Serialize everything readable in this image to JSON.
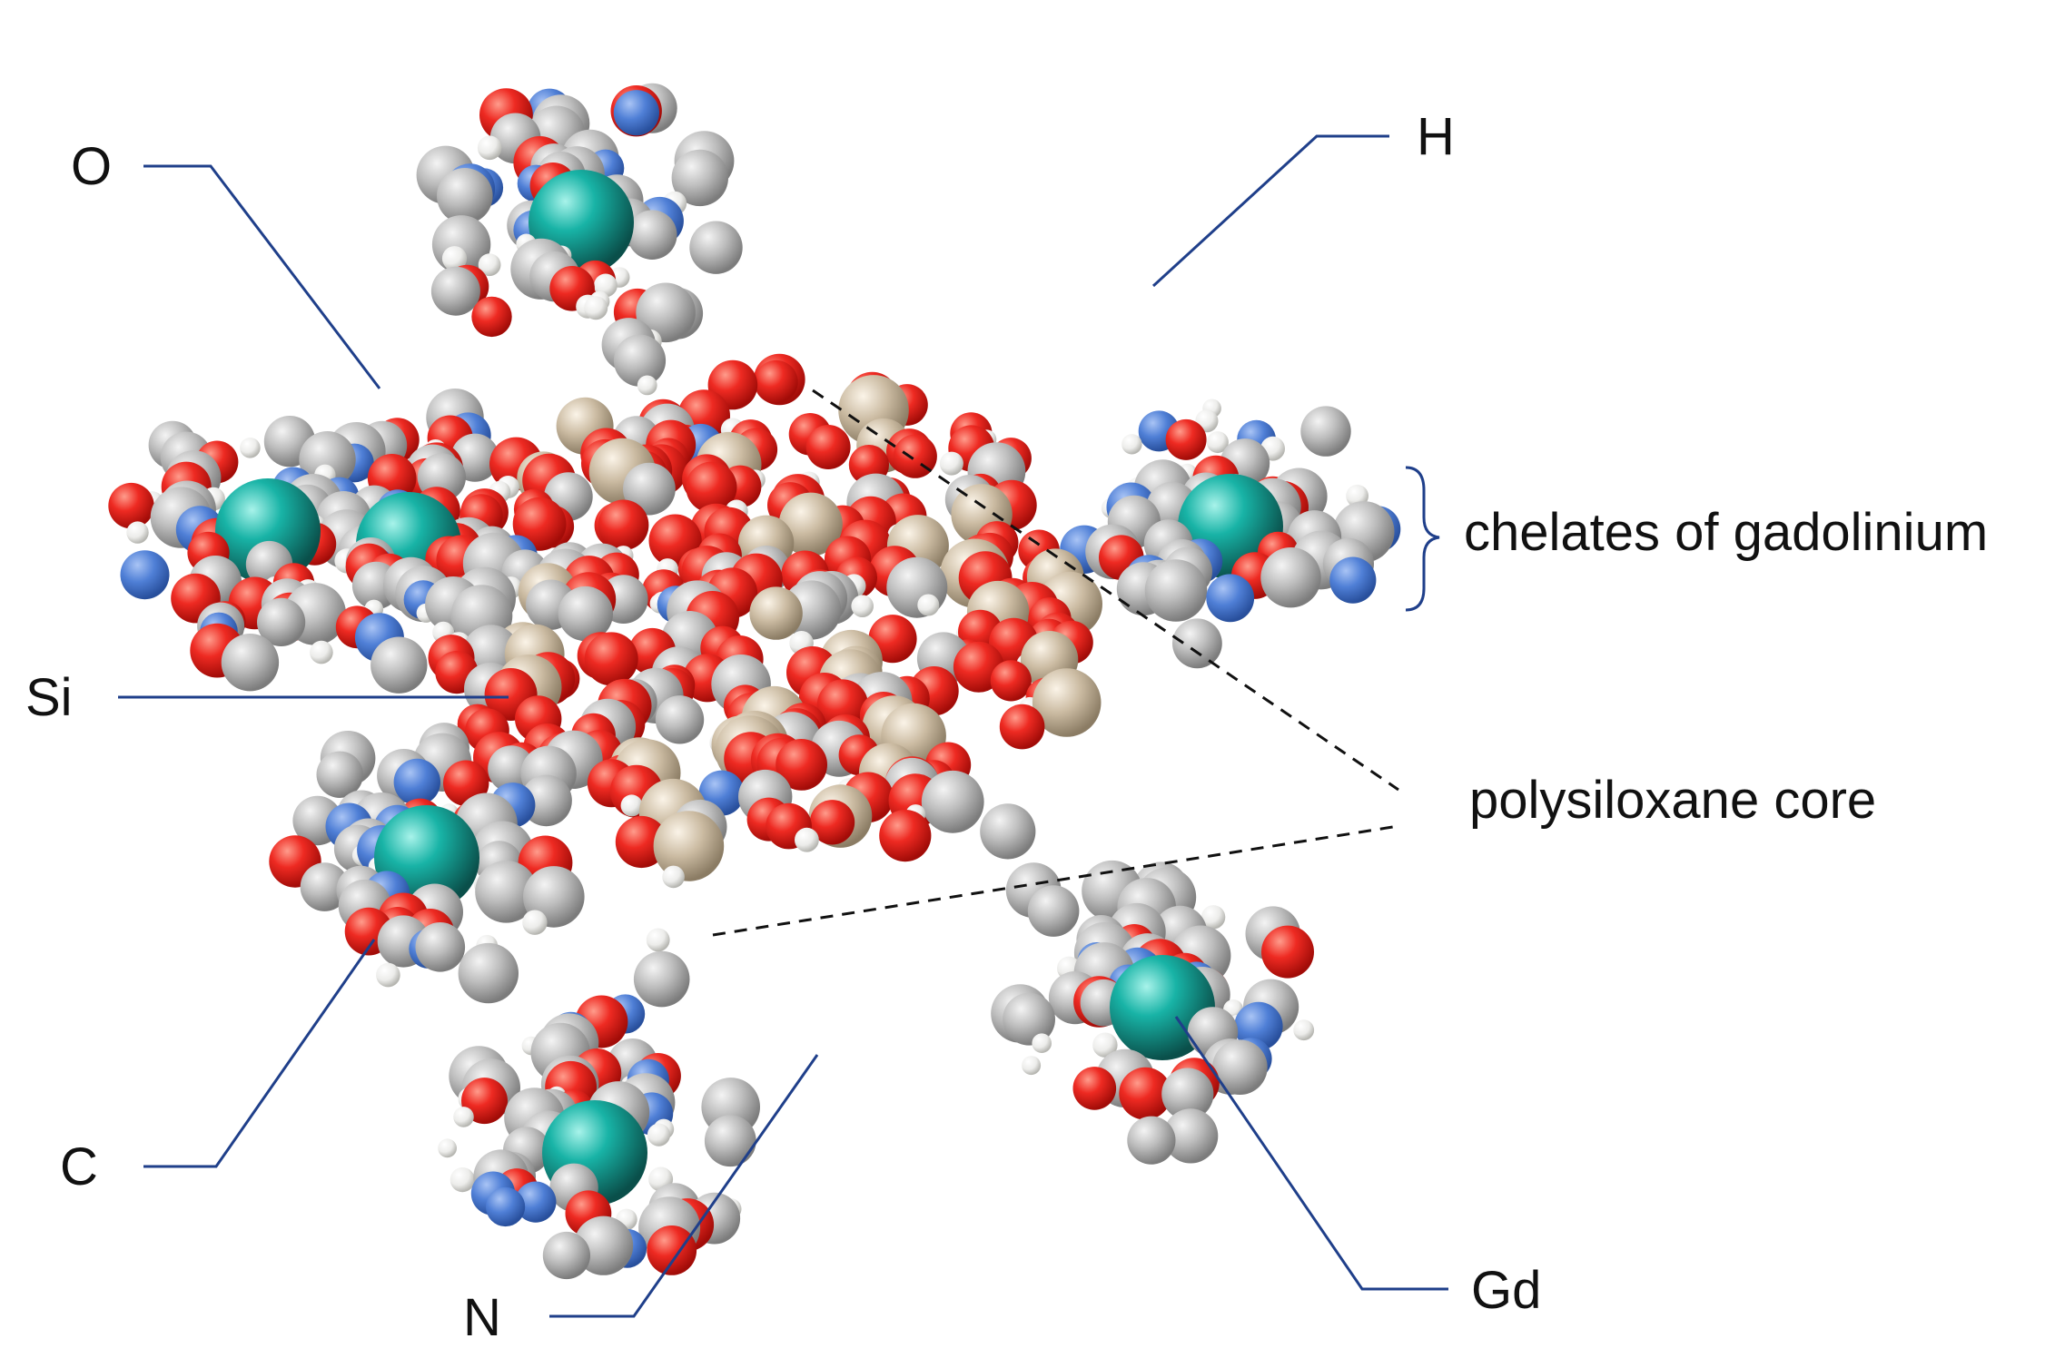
{
  "labels": {
    "o": "O",
    "h": "H",
    "si": "Si",
    "c": "C",
    "n": "N",
    "gd": "Gd",
    "chelates": "chelates of gadolinium",
    "core": "polysiloxane core"
  },
  "colors": {
    "oxygen": "#e8231f",
    "hydrogen": "#f2f2ee",
    "carbon": "#b9b9b9",
    "nitrogen": "#4f7fd6",
    "silicon": "#c9b9a0",
    "gadolinium": "#12a39a",
    "leader_line": "#1f3f8a",
    "dashed_line": "#111111"
  }
}
